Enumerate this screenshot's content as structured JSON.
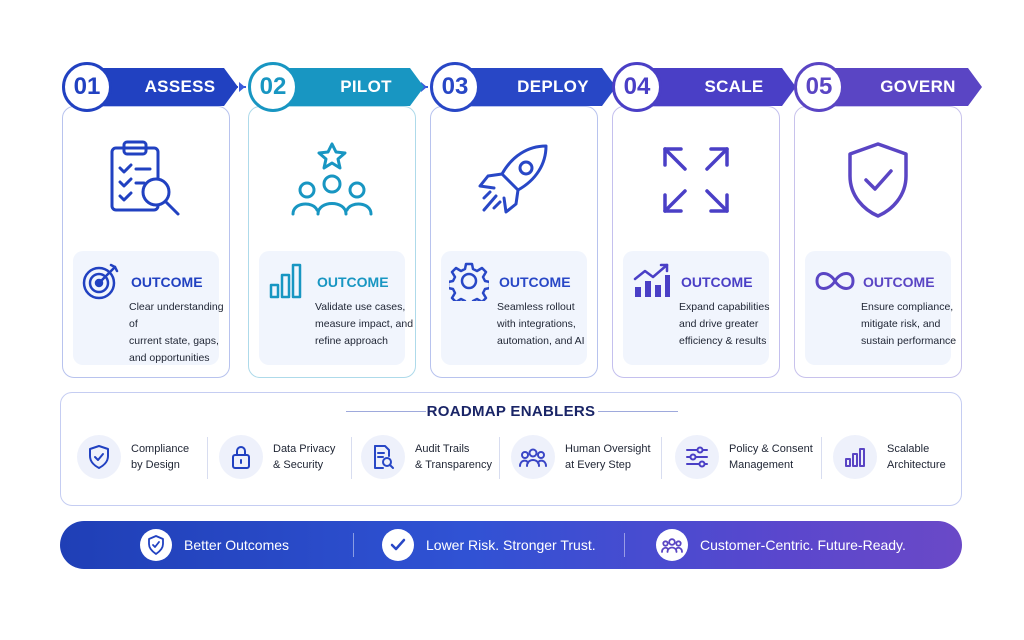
{
  "stages": [
    {
      "num": "01",
      "label": "ASSESS",
      "color": "#2141c1",
      "icon": "clipboard-search-icon",
      "outcome_title": "OUTCOME",
      "outcome_icon": "target-icon",
      "outcome_lines": [
        "Clear understanding of",
        "current state, gaps,",
        "and opportunities"
      ]
    },
    {
      "num": "02",
      "label": "PILOT",
      "color": "#1896c2",
      "icon": "team-star-icon",
      "outcome_title": "OUTCOME",
      "outcome_icon": "bar-chart-icon",
      "outcome_lines": [
        "Validate use cases,",
        "measure impact, and",
        "refine approach"
      ]
    },
    {
      "num": "03",
      "label": "DEPLOY",
      "color": "#2847c6",
      "icon": "rocket-icon",
      "outcome_title": "OUTCOME",
      "outcome_icon": "gear-icon",
      "outcome_lines": [
        "Seamless rollout",
        "with integrations,",
        "automation, and AI"
      ]
    },
    {
      "num": "04",
      "label": "SCALE",
      "color": "#4a3fc6",
      "icon": "expand-arrows-icon",
      "outcome_title": "OUTCOME",
      "outcome_icon": "growth-chart-icon",
      "outcome_lines": [
        "Expand capabilities",
        "and drive greater",
        "efficiency & results"
      ]
    },
    {
      "num": "05",
      "label": "GOVERN",
      "color": "#5a45c4",
      "icon": "shield-check-icon",
      "outcome_title": "OUTCOME",
      "outcome_icon": "infinity-icon",
      "outcome_lines": [
        "Ensure compliance,",
        "mitigate risk, and",
        "sustain performance"
      ]
    }
  ],
  "enablers": {
    "title": "ROADMAP ENABLERS",
    "items": [
      {
        "line1": "Compliance",
        "line2": "by Design",
        "icon": "shield-check-icon"
      },
      {
        "line1": "Data Privacy",
        "line2": "& Security",
        "icon": "lock-icon"
      },
      {
        "line1": "Audit Trails",
        "line2": "& Transparency",
        "icon": "document-search-icon"
      },
      {
        "line1": "Human Oversight",
        "line2": "at Every Step",
        "icon": "people-icon"
      },
      {
        "line1": "Policy & Consent",
        "line2": "Management",
        "icon": "sliders-icon"
      },
      {
        "line1": "Scalable",
        "line2": "Architecture",
        "icon": "bar-chart-icon"
      }
    ]
  },
  "banner": {
    "items": [
      {
        "text": "Better Outcomes",
        "icon": "shield-check-icon"
      },
      {
        "text": "Lower Risk. Stronger Trust.",
        "icon": "check-icon"
      },
      {
        "text": "Customer-Centric. Future-Ready.",
        "icon": "people-icon"
      }
    ]
  }
}
